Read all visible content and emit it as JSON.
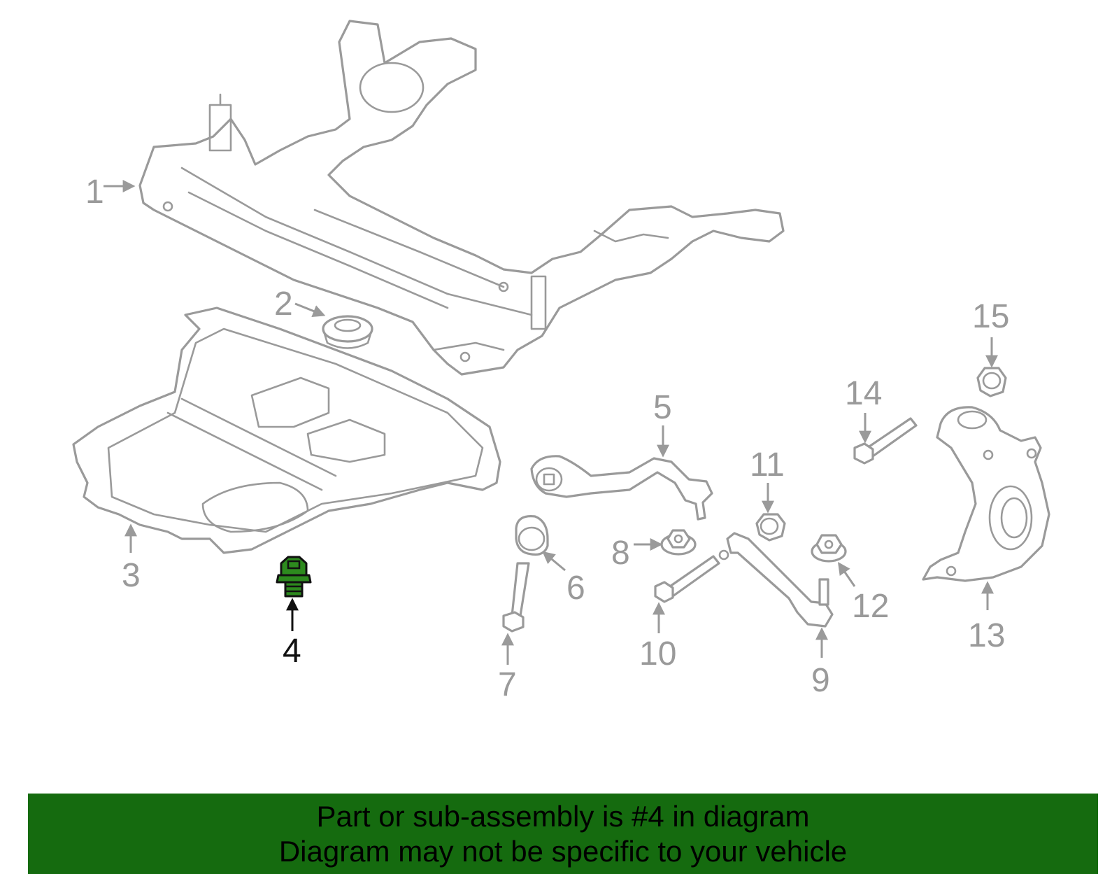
{
  "callouts": [
    "1",
    "2",
    "3",
    "4",
    "5",
    "6",
    "7",
    "8",
    "9",
    "10",
    "11",
    "12",
    "13",
    "14",
    "15"
  ],
  "highlighted_part": "4",
  "colors": {
    "banner_bg": "#156b0f",
    "highlight_fill": "#2d8a1e",
    "outline": "#9a9a9a",
    "active_text": "#111111"
  },
  "banner": {
    "line1": "Part or sub-assembly is #4 in diagram",
    "line2": "Diagram may not be specific to your vehicle"
  }
}
